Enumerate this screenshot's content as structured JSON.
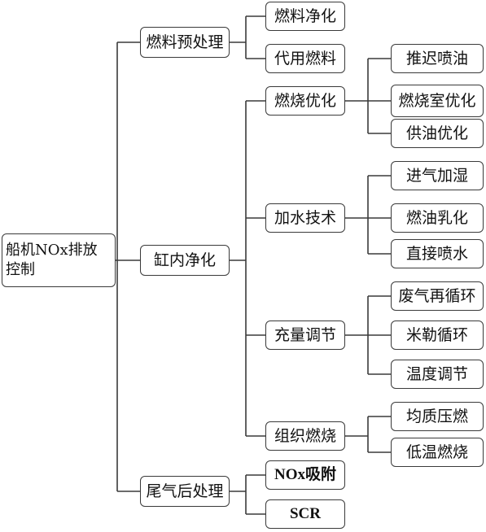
{
  "root": "船机NOx排放控制",
  "level1": {
    "fuel_pretreatment": "燃料预处理",
    "in_cylinder": "缸内净化",
    "after_treatment": "尾气后处理"
  },
  "fuel": {
    "fuel_cleaning": "燃料净化",
    "alternative_fuel": "代用燃料"
  },
  "in_cylinder": {
    "combustion_opt": "燃烧优化",
    "water_addition": "加水技术",
    "charge_adjust": "充量调节",
    "org_combustion": "组织燃烧"
  },
  "combustion_opt": {
    "retard_injection": "推迟喷油",
    "chamber_opt": "燃烧室优化",
    "fuel_supply_opt": "供油优化"
  },
  "water_addition": {
    "intake_humidify": "进气加湿",
    "emulsified_fuel": "燃油乳化",
    "direct_water": "直接喷水"
  },
  "charge_adjust": {
    "egr": "废气再循环",
    "miller": "米勒循环",
    "temp_adjust": "温度调节"
  },
  "org_combustion": {
    "hcci": "均质压燃",
    "low_temp": "低温燃烧"
  },
  "after": {
    "nox_adsorb": "NOx吸附",
    "scr": "SCR"
  },
  "colors": {
    "border": "#3a3a3a",
    "line": "#3a3a3a",
    "background": "#ffffff"
  }
}
